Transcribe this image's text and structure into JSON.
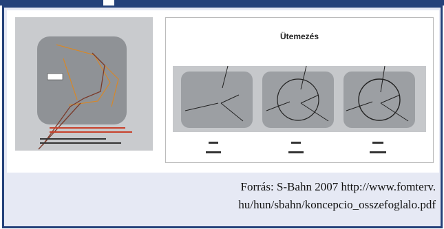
{
  "left_figure": {
    "title": "Ütemezés",
    "caption": "",
    "labels": []
  },
  "right_figure": {
    "title": "Ütemezés",
    "stages": [
      {
        "name": "",
        "years": ""
      },
      {
        "name": "",
        "years": ""
      },
      {
        "name": "",
        "years": ""
      }
    ]
  },
  "source": {
    "line1": "Forrás: S-Bahn 2007 http://www.fomterv.",
    "line2": "hu/hun/sbahn/koncepcio_osszefoglalo.pdf"
  },
  "colors": {
    "frame": "#24417a",
    "background": "#e6e9f4",
    "panel_gray": "#c9cbce",
    "stage_gray": "#9c9fa3",
    "orange": "#d6882a"
  }
}
